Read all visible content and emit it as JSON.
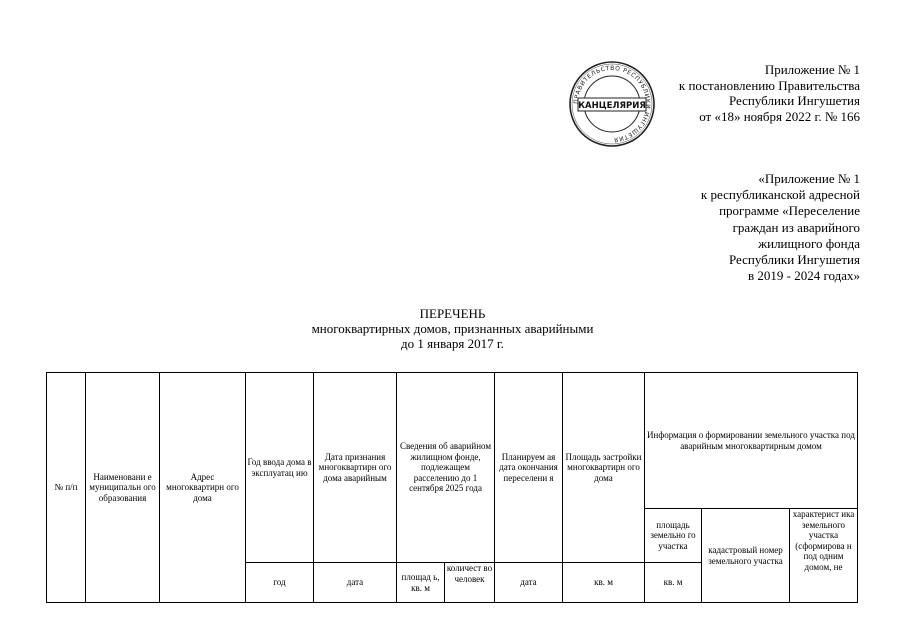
{
  "appendix_header": {
    "lines": [
      "Приложение № 1",
      "к постановлению Правительства",
      "Республики Ингушетия",
      "от «18» ноября 2022 г. № 166"
    ]
  },
  "stamp": {
    "center_text": "КАНЦЕЛЯРИЯ",
    "ring_text": "ПРАВИТЕЛЬСТВО РЕСПУБЛИКИ ИНГУШЕТИЯ"
  },
  "program_header": {
    "lines": [
      "«Приложение № 1",
      "к республиканской адресной",
      "программе «Переселение",
      "граждан из аварийного",
      "жилищного фонда",
      "Республики Ингушетия",
      "в 2019 - 2024 годах»"
    ]
  },
  "title": {
    "lines": [
      "ПЕРЕЧЕНЬ",
      "многоквартирных домов, признанных аварийными",
      "до 1 января 2017 г."
    ]
  },
  "table": {
    "col_num": "№ п/п",
    "col_municipality": "Наименовани е муниципальн ого образования",
    "col_address": "Адрес многоквартирн ого дома",
    "col_year": "Год ввода дома в эксплуатац ию",
    "col_date_emergency": "Дата признания многоквартирн ого дома аварийным",
    "col_housing_info": "Сведения об аварийном жилищном фонде, подлежащем расселению до 1 сентября 2025 года",
    "col_planned_date": "Планируем ая дата окончания переселени я",
    "col_building_area": "Площадь застройки многоквартирн ого дома",
    "col_land_info": "Информация о формировании земельного участка под аварийным многоквартирным домом",
    "sub_land_area": "площадь земельно го участка",
    "sub_cadastral": "кадастровый номер земельного участка",
    "sub_characteristic": "характерист ика земельного участка (сформирова н под одним домом, не",
    "unit_year": "год",
    "unit_date": "дата",
    "unit_area": "площад ь, кв. м",
    "unit_people": "количест во человек",
    "unit_planned_date": "дата",
    "unit_sqm": "кв. м",
    "unit_land_sqm": "кв. м"
  }
}
